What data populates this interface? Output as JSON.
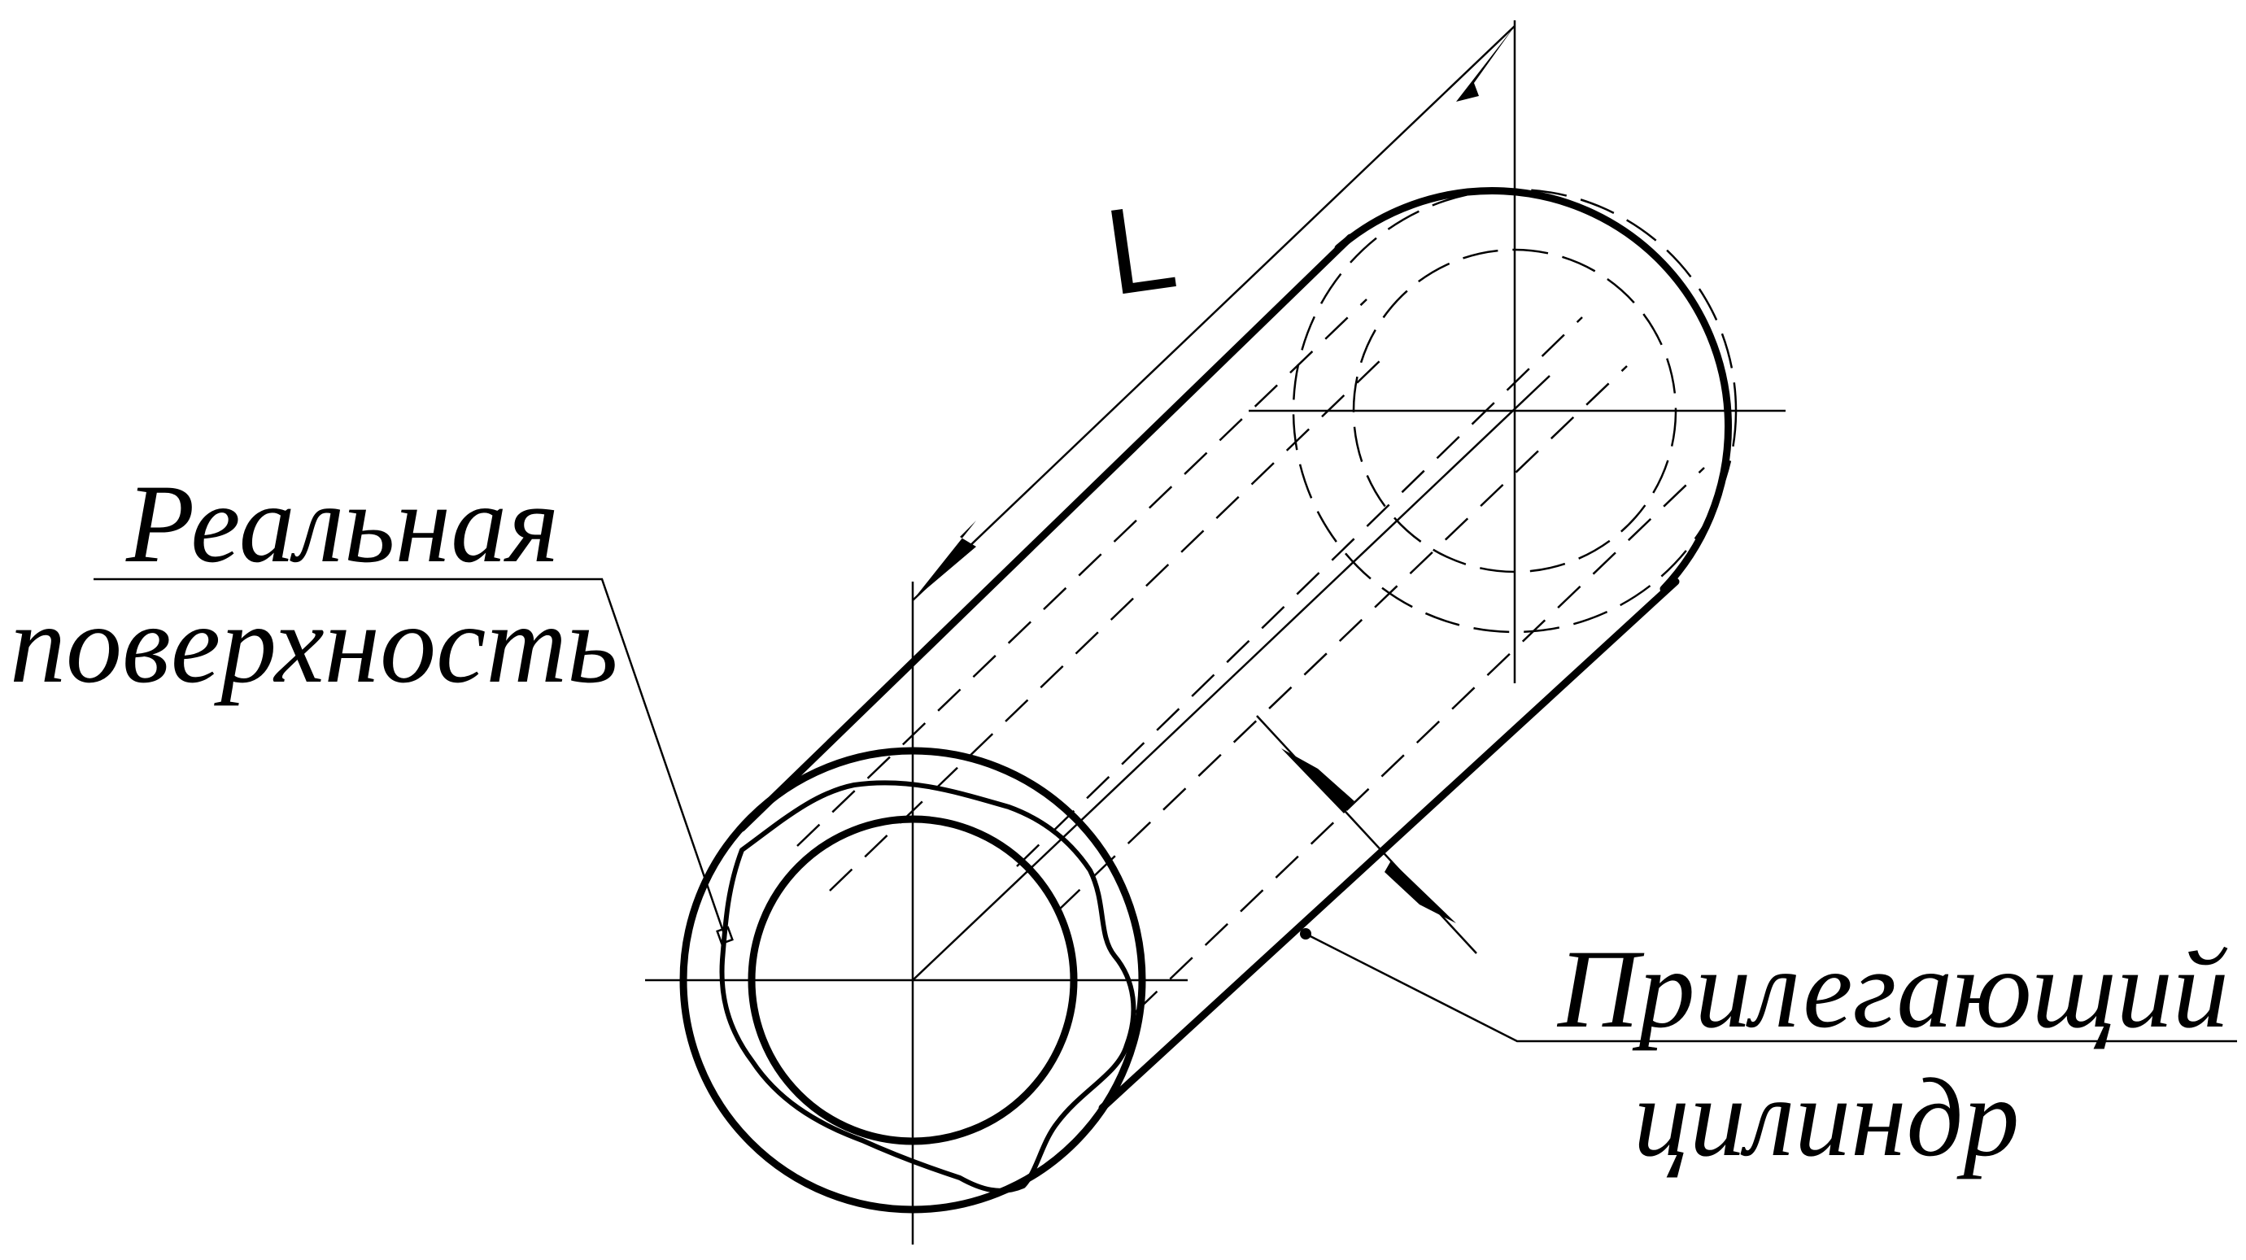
{
  "labels": {
    "real_surface_line1": "Реальная",
    "real_surface_line2": "поверхность",
    "adjacent_cylinder_line1": "Прилегающий",
    "adjacent_cylinder_line2": "цилиндр",
    "length_dimension": "L"
  }
}
